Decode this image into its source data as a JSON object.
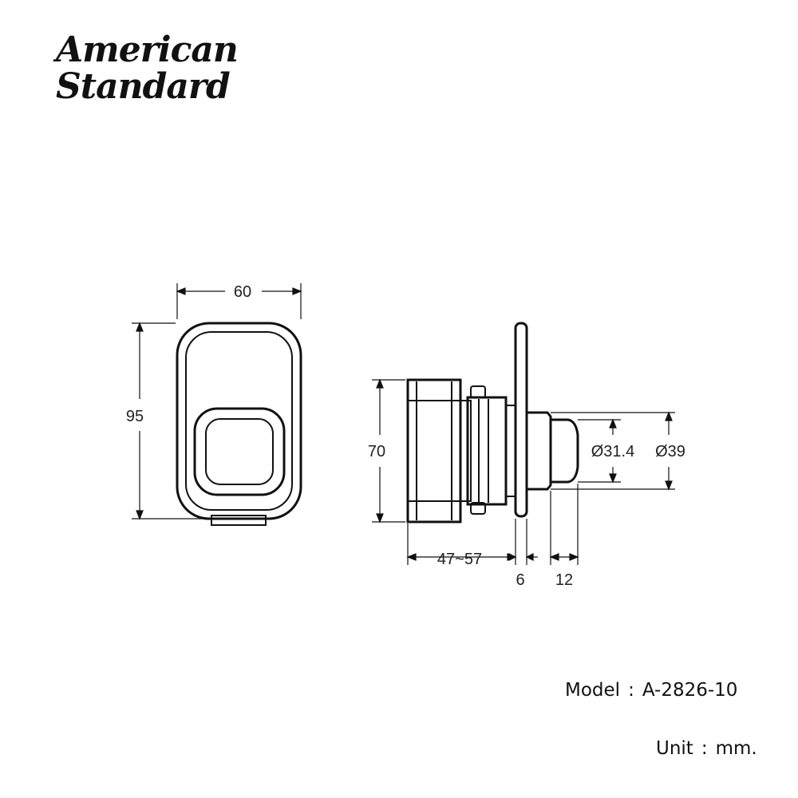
{
  "brand": {
    "line1": "American",
    "line2": "Standard"
  },
  "dimensions": {
    "width": "60",
    "height": "95",
    "body_height": "70",
    "inner_diameter": "Ø31.4",
    "outer_diameter": "Ø39",
    "depth_range": "47~57",
    "plate_thickness": "6",
    "handle_length": "12"
  },
  "footer": {
    "model_label": "Model",
    "model_value": "A-2826-10",
    "unit_label": "Unit",
    "unit_value": "mm.",
    "separator": ":"
  }
}
